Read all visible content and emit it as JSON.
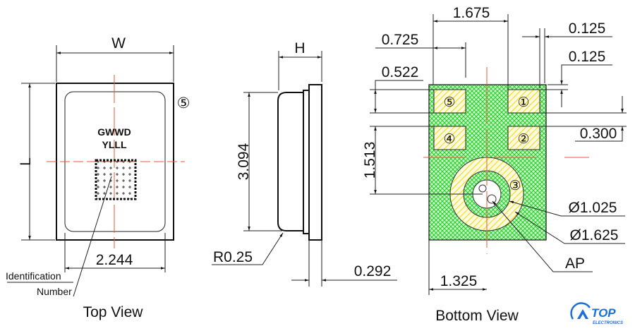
{
  "top_view": {
    "caption": "Top View",
    "width_label": "W",
    "length_label": "L",
    "marking_line1": "GWWD",
    "marking_line2": "YLLL",
    "pin_marker": "⑤",
    "dim_inner_width": "2.244",
    "id_label_line1": "Identification",
    "id_label_line2": "Number"
  },
  "side_view": {
    "height_label": "H",
    "dim_body_length": "3.094",
    "dim_radius": "R0.25",
    "dim_board_thickness": "0.292"
  },
  "bottom_view": {
    "caption": "Bottom View",
    "pads": [
      "⑤",
      "①",
      "④",
      "②",
      "③"
    ],
    "dims": {
      "d1675": "1.675",
      "d0725": "0.725",
      "d0125a": "0.125",
      "d0125b": "0.125",
      "d0522": "0.522",
      "d0300": "0.300",
      "d1513": "1.513",
      "d1325": "1.325",
      "dia1025": "Ø1.025",
      "dia1625": "Ø1.625",
      "ap": "AP"
    },
    "colors": {
      "pad_hatch": "#33dd33",
      "ring_hatch": "#f5e000"
    }
  },
  "logo": {
    "name": "TOP",
    "sub": "ELECTRONICS",
    "color": "#1a6fd8"
  }
}
